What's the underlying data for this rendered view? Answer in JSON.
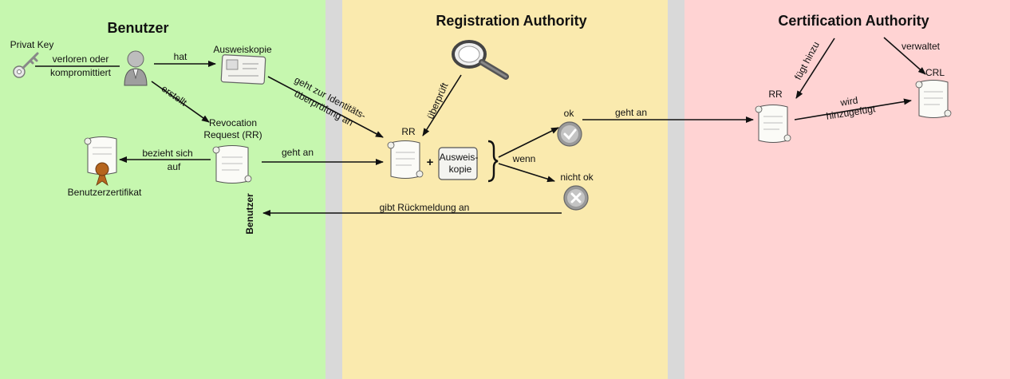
{
  "colors": {
    "benutzer_bg": "#c6f7af",
    "gap": "#d9d9d9",
    "ra_bg": "#faeaae",
    "ca_bg": "#ffd3d3",
    "ok_icon": "#9a9a9a",
    "seal": "#b5651d"
  },
  "zones": {
    "benutzer": {
      "title": "Benutzer"
    },
    "ra": {
      "title": "Registration Authority"
    },
    "ca": {
      "title": "Certification Authority"
    }
  },
  "nodes": {
    "privat_key": "Privat Key",
    "ausweiskopie": "Ausweiskopie",
    "revocation_request_1": "Revocation",
    "revocation_request_2": "Request (RR)",
    "benutzerzertifikat": "Benutzerzertifikat",
    "benutzer_side": "Benutzer",
    "rr_ra": "RR",
    "ausweiskopie_box_1": "Ausweis-",
    "ausweiskopie_box_2": "kopie",
    "plus": "+",
    "ok": "ok",
    "nicht_ok": "nicht ok",
    "rr_ca": "RR",
    "crl": "CRL"
  },
  "edges": {
    "verloren_1": "verloren oder",
    "verloren_2": "kompromittiert",
    "hat": "hat",
    "erstellt": "erstellt",
    "bezieht_1": "bezieht sich",
    "bezieht_2": "auf",
    "geht_an_1": "geht an",
    "identitaet_1": "geht zur Identitäts-",
    "identitaet_2": "überprüfung an",
    "ueberprueft": "überprüft",
    "wenn": "wenn",
    "geht_an_2": "geht an",
    "rueckmeldung": "gibt Rückmeldung an",
    "fuegt_hinzu": "fügt hinzu",
    "verwaltet": "verwaltet",
    "wird_1": "wird",
    "wird_2": "hinzugefügt"
  },
  "icons": [
    "key-icon",
    "user-icon",
    "id-card-icon",
    "magnifier-icon",
    "document-icon",
    "certificate-icon",
    "check-icon",
    "cross-icon"
  ]
}
